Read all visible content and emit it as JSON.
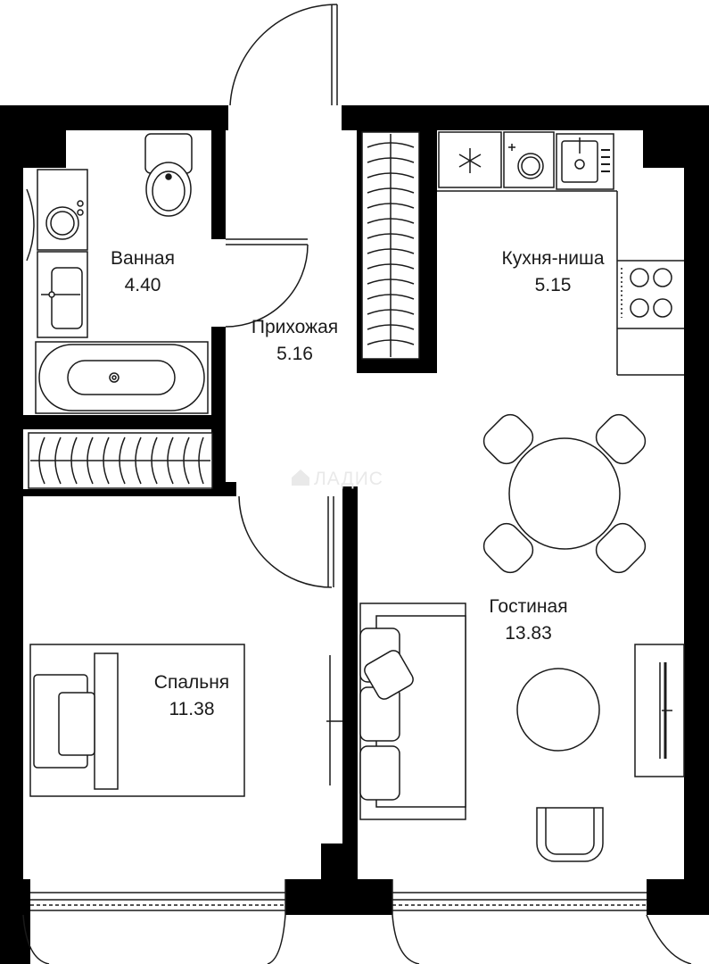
{
  "watermark": "ЛАДИС",
  "rooms": [
    {
      "id": "bathroom",
      "name": "Ванная",
      "area": "4.40"
    },
    {
      "id": "hallway",
      "name": "Прихожая",
      "area": "5.16"
    },
    {
      "id": "kitchen",
      "name": "Кухня-ниша",
      "area": "5.15"
    },
    {
      "id": "living",
      "name": "Гостиная",
      "area": "13.83"
    },
    {
      "id": "bedroom",
      "name": "Спальня",
      "area": "11.38"
    }
  ],
  "colors": {
    "wall": "#000000",
    "line": "#1a1a1a",
    "background": "#ffffff"
  },
  "icons": [
    "snowflake-icon",
    "dishwasher-icon",
    "sink-icon",
    "stove-icon",
    "toilet-icon",
    "bathtub-icon",
    "washbasin-icon",
    "washing-machine-icon",
    "sofa-icon",
    "bed-icon",
    "dining-table-icon",
    "tv-icon",
    "armchair-icon"
  ]
}
